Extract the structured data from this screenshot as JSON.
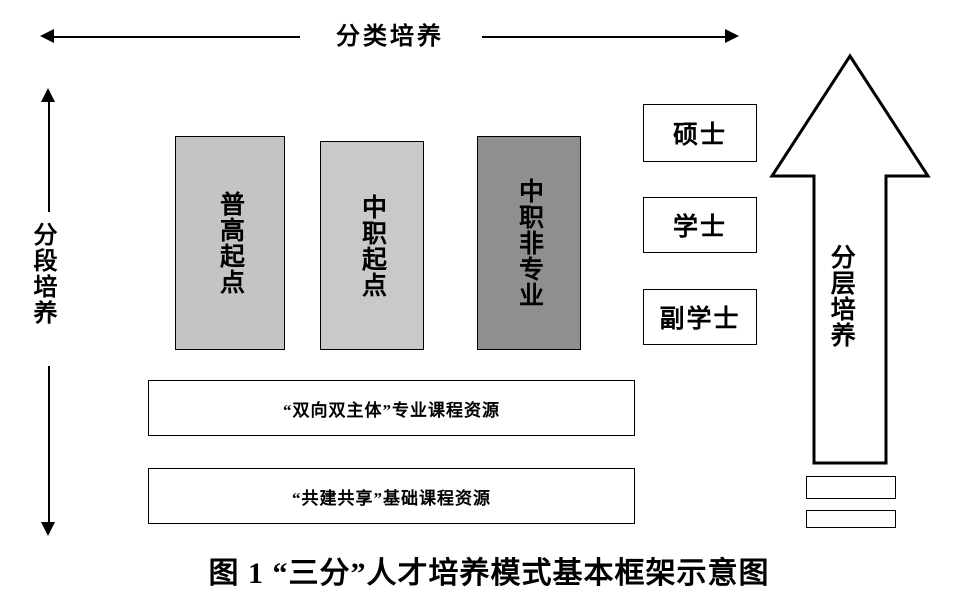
{
  "figure": {
    "caption": "图 1 “三分”人才培养模式基本框架示意图",
    "top_axis_label": "分类培养",
    "left_axis_label": "分段培养",
    "right_arrow_label": "分层培养"
  },
  "pillars": [
    {
      "label": "普高起点",
      "color": "#c4c4c4"
    },
    {
      "label": "中职起点",
      "color": "#c9c9c9"
    },
    {
      "label": "中职非专业",
      "color": "#8f8f8f"
    }
  ],
  "resources": [
    {
      "label": "“双向双主体”专业课程资源"
    },
    {
      "label": "“共建共享”基础课程资源"
    }
  ],
  "degrees": [
    {
      "label": "硕士"
    },
    {
      "label": "学士"
    },
    {
      "label": "副学士"
    }
  ],
  "colors": {
    "stroke": "#000000",
    "background": "#ffffff"
  }
}
